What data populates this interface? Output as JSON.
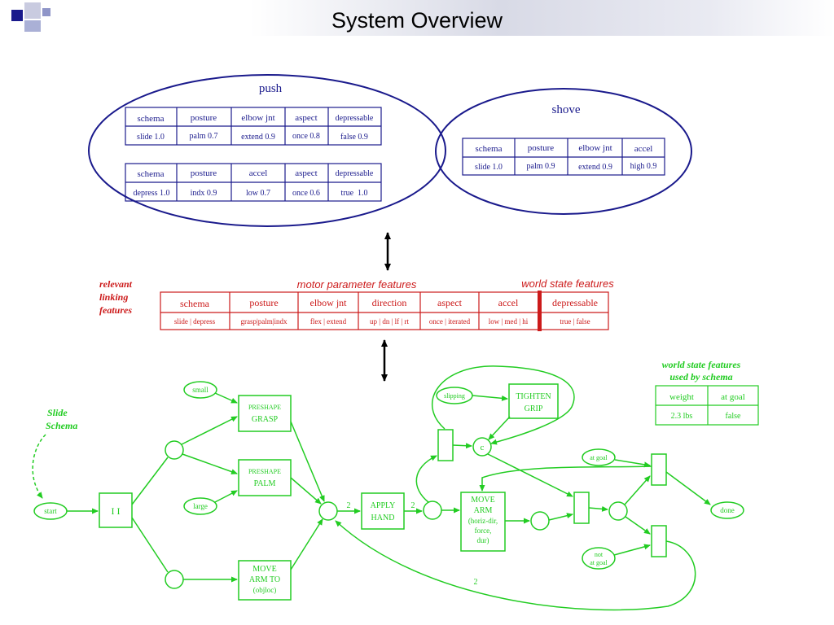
{
  "title": "System Overview",
  "colors": {
    "blue": "#1a1a8c",
    "red": "#cc1a1a",
    "green": "#22cc22",
    "header_square": "#1a1a8c"
  },
  "push": {
    "label": "push",
    "table1": {
      "headers": [
        "schema",
        "posture",
        "elbow jnt",
        "aspect",
        "depressable"
      ],
      "values": [
        "slide 1.0",
        "palm 0.7",
        "extend 0.9",
        "once 0.8",
        "false 0.9"
      ]
    },
    "table2": {
      "headers": [
        "schema",
        "posture",
        "accel",
        "aspect",
        "depressable"
      ],
      "values": [
        "depress 1.0",
        "indx 0.9",
        "low 0.7",
        "once 0.6",
        "true  1.0"
      ]
    }
  },
  "shove": {
    "label": "shove",
    "table": {
      "headers": [
        "schema",
        "posture",
        "elbow jnt",
        "accel"
      ],
      "values": [
        "slide 1.0",
        "palm 0.9",
        "extend 0.9",
        "high 0.9"
      ]
    }
  },
  "linking": {
    "relevant_label": [
      "relevant",
      "linking",
      "features"
    ],
    "motor_label": "motor parameter features",
    "world_label": "world state features",
    "headers": [
      "schema",
      "posture",
      "elbow jnt",
      "direction",
      "aspect",
      "accel",
      "depressable"
    ],
    "values": [
      "slide | depress",
      "grasp|palm|indx",
      "flex | extend",
      "up | dn | lf | rt",
      "once | iterated",
      "low | med | hi",
      "true | false"
    ]
  },
  "schema": {
    "label": [
      "Slide",
      "Schema"
    ],
    "world_used_label": [
      "world state features",
      "used by schema"
    ],
    "world_table": {
      "headers": [
        "weight",
        "at goal"
      ],
      "values": [
        "2.3 lbs",
        "false"
      ]
    },
    "nodes": {
      "start": "start",
      "small": "small",
      "large": "large",
      "ii": "I I",
      "preshape_grasp": [
        "PRESHAPE",
        "GRASP"
      ],
      "preshape_palm": [
        "PRESHAPE",
        "PALM"
      ],
      "move_arm_to": [
        "MOVE",
        "ARM TO",
        "(objloc)"
      ],
      "apply_hand": [
        "APPLY",
        "HAND"
      ],
      "move_arm": [
        "MOVE",
        "ARM",
        "(horiz-dir,",
        "force,",
        "dur)"
      ],
      "slipping": "slipping",
      "tighten_grip": [
        "TIGHTEN",
        "GRIP"
      ],
      "c": "c",
      "at_goal": "at goal",
      "not_at_goal": [
        "not",
        "at goal"
      ],
      "done": "done",
      "edge_label_2": "2"
    }
  }
}
